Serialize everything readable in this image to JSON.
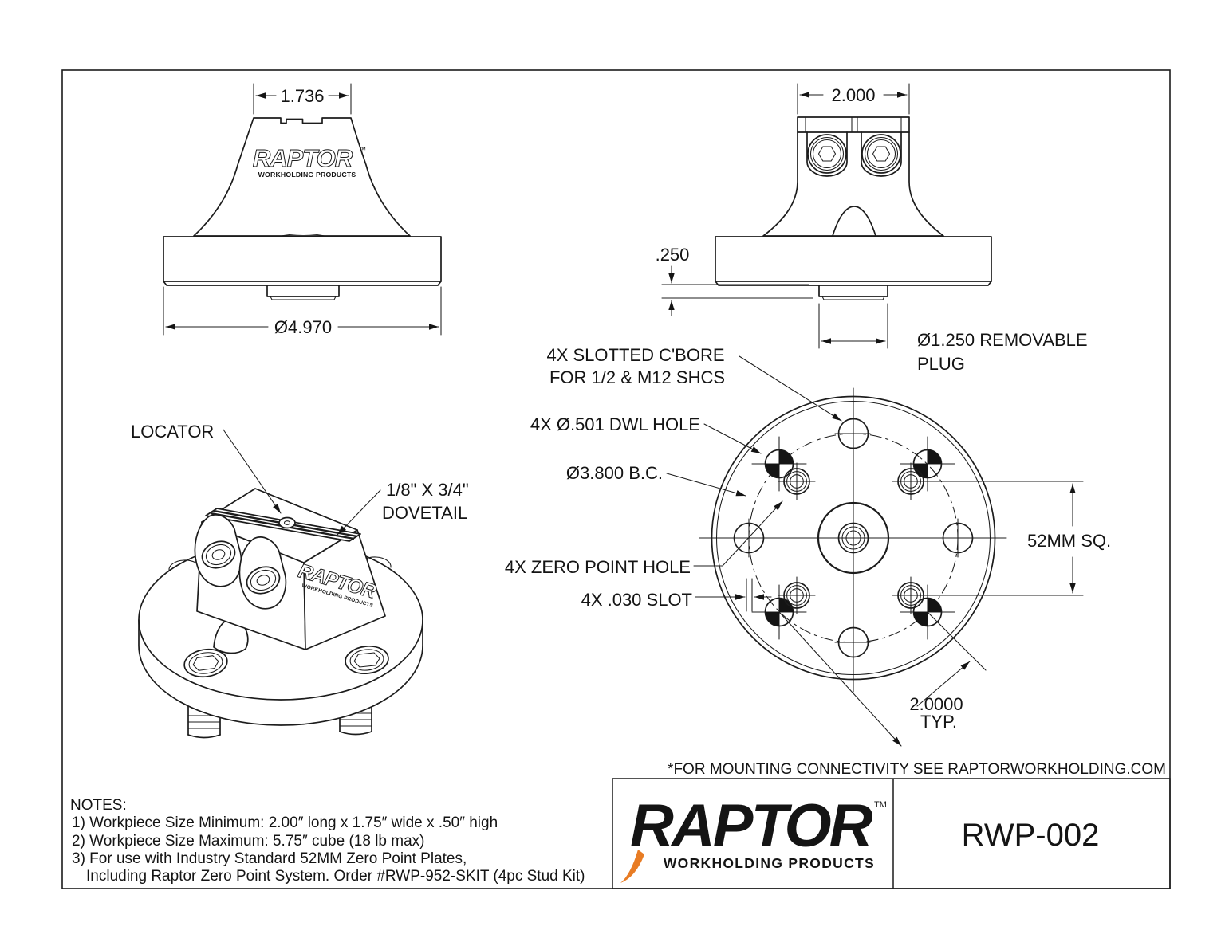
{
  "colors": {
    "line": "#1c1c1c",
    "accent_orange": "#E87C24",
    "logo_sub_gray": "#3C3C3C"
  },
  "front_view": {
    "width_dim": "1.736",
    "diameter_dim": "Ø4.970",
    "logo": "RAPTOR",
    "logo_tm": "™",
    "logo_sub": "WORKHOLDING PRODUCTS"
  },
  "side_view": {
    "width_dim": "2.000",
    "plug_height_dim": ".250",
    "plug_label_1": "Ø1.250 REMOVABLE",
    "plug_label_2": "PLUG"
  },
  "top_view": {
    "callout_cbore_1": "4X SLOTTED C'BORE",
    "callout_cbore_2": "FOR 1/2 & M12 SHCS",
    "callout_dwl": "4X Ø.501 DWL HOLE",
    "callout_bc": "Ø3.800 B.C.",
    "callout_zero_point": "4X ZERO POINT HOLE",
    "callout_slot": "4X .030 SLOT",
    "square_dim": "52MM SQ.",
    "typ_dim_1": "2.0000",
    "typ_dim_2": "TYP."
  },
  "iso_view": {
    "callout_locator": "LOCATOR",
    "callout_dovetail_1": "1/8\" X 3/4\"",
    "callout_dovetail_2": "DOVETAIL",
    "logo": "RAPTOR",
    "logo_sub": "WORKHOLDING PRODUCTS"
  },
  "notes": {
    "title": "NOTES:",
    "lines": [
      "1) Workpiece Size Minimum: 2.00″ long x 1.75″ wide x .50″ high",
      "2) Workpiece Size Maximum: 5.75″ cube (18 lb max)",
      "3) For use with Industry Standard 52MM Zero Point Plates,",
      "Including Raptor Zero Point System. Order #RWP-952-SKIT  (4pc Stud Kit)"
    ]
  },
  "title_block": {
    "mounting_note": "*FOR MOUNTING CONNECTIVITY SEE RAPTORWORKHOLDING.COM",
    "logo": "RAPTOR",
    "logo_tm": "TM",
    "logo_sub": "WORKHOLDING PRODUCTS",
    "part_number": "RWP-002"
  }
}
